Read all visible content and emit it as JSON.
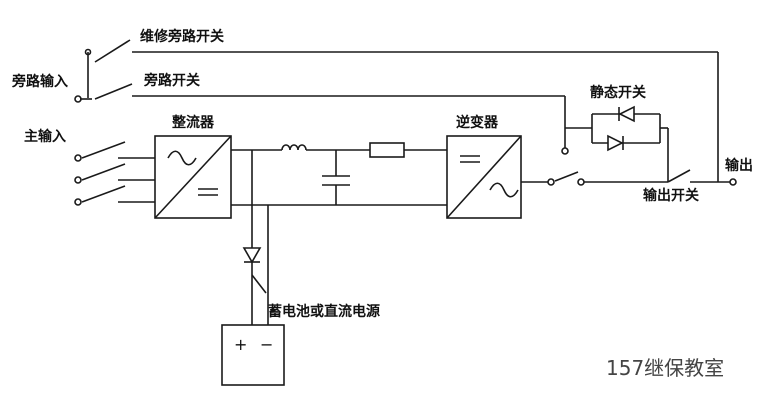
{
  "labels": {
    "maintenance_bypass_switch": "维修旁路开关",
    "bypass_input": "旁路输入",
    "bypass_switch": "旁路开关",
    "static_switch": "静态开关",
    "main_input": "主输入",
    "rectifier": "整流器",
    "inverter": "逆变器",
    "output": "输出",
    "output_switch": "输出开关",
    "battery_or_dc_source": "蓄电池或直流电源"
  },
  "battery_symbols": {
    "plus": "+",
    "minus": "−"
  },
  "watermark": "157继保教室"
}
